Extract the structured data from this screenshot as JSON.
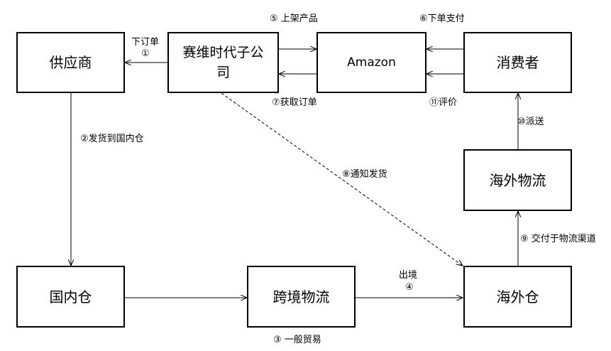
{
  "nodes": {
    "supplier": "供应商",
    "company": "赛维时代子公司",
    "amazon": "Amazon",
    "consumer": "消费者",
    "overseas_logistics": "海外物流",
    "domestic_warehouse": "国内仓",
    "cross_border": "跨境物流",
    "overseas_warehouse": "海外仓"
  },
  "edges": {
    "place_order": "下订单",
    "place_order_num": "①",
    "ship_domestic": "②发货到国内仓",
    "general_trade": "③ 一般贸易",
    "exit_label": "出境",
    "exit_num": "④",
    "list_product": "⑤ 上架产品",
    "order_pay": "⑥下单支付",
    "get_order": "⑦获取订单",
    "notify_ship": "⑧通知发货",
    "deliver_channel": "⑨ 交付于物流渠道",
    "dispatch": "⑩派送",
    "review": "⑪评价"
  }
}
